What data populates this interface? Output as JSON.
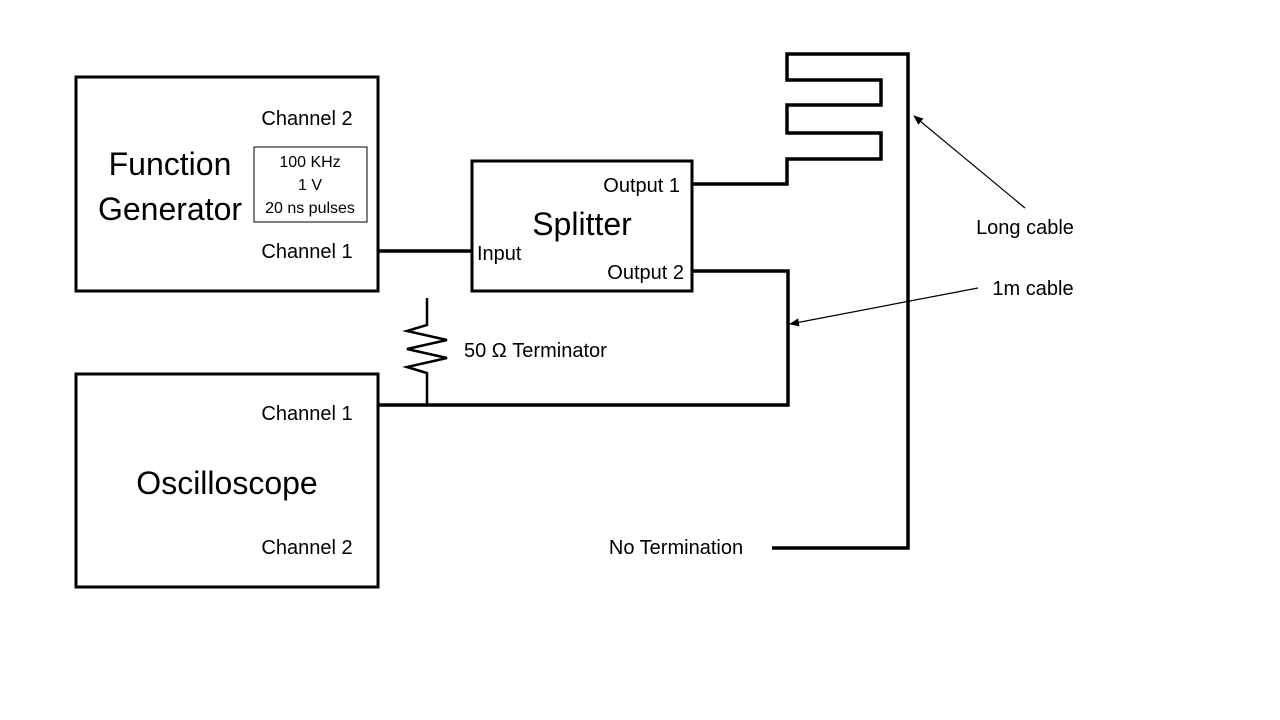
{
  "function_generator": {
    "title_line1": "Function",
    "title_line2": "Generator",
    "channel_2": "Channel 2",
    "channel_1": "Channel 1",
    "settings": [
      "100 KHz",
      "1 V",
      "20 ns pulses"
    ]
  },
  "splitter": {
    "title": "Splitter",
    "input": "Input",
    "output_1": "Output 1",
    "output_2": "Output 2"
  },
  "oscilloscope": {
    "title": "Oscilloscope",
    "channel_1": "Channel 1",
    "channel_2": "Channel 2"
  },
  "terminator": {
    "label": "50 Ω Terminator"
  },
  "annotations": {
    "long_cable": "Long cable",
    "one_m_cable": "1m cable",
    "no_termination": "No Termination"
  }
}
